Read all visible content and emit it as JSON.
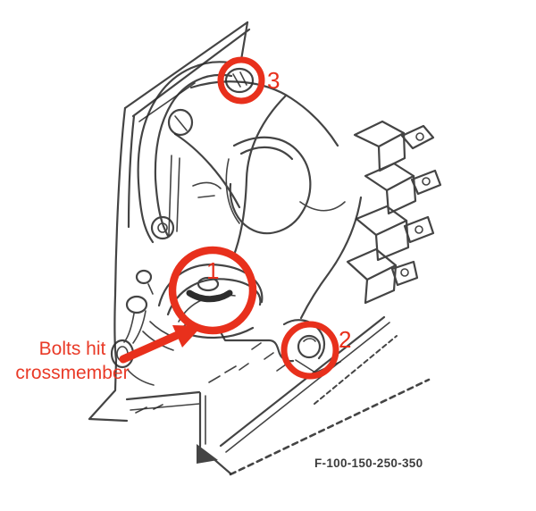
{
  "figure": {
    "drawing": "steering-gear-on-frame-rail-illustration",
    "caption": "F-100-150-250-350",
    "note": {
      "line1": "Bolts hit",
      "line2": "crossmember"
    },
    "callouts": [
      {
        "label": "1"
      },
      {
        "label": "2"
      },
      {
        "label": "3"
      }
    ],
    "colors": {
      "annotation": "#e8301c",
      "line": "#2b2b2b",
      "caption": "#3c3c3c",
      "background": "#ffffff"
    }
  }
}
